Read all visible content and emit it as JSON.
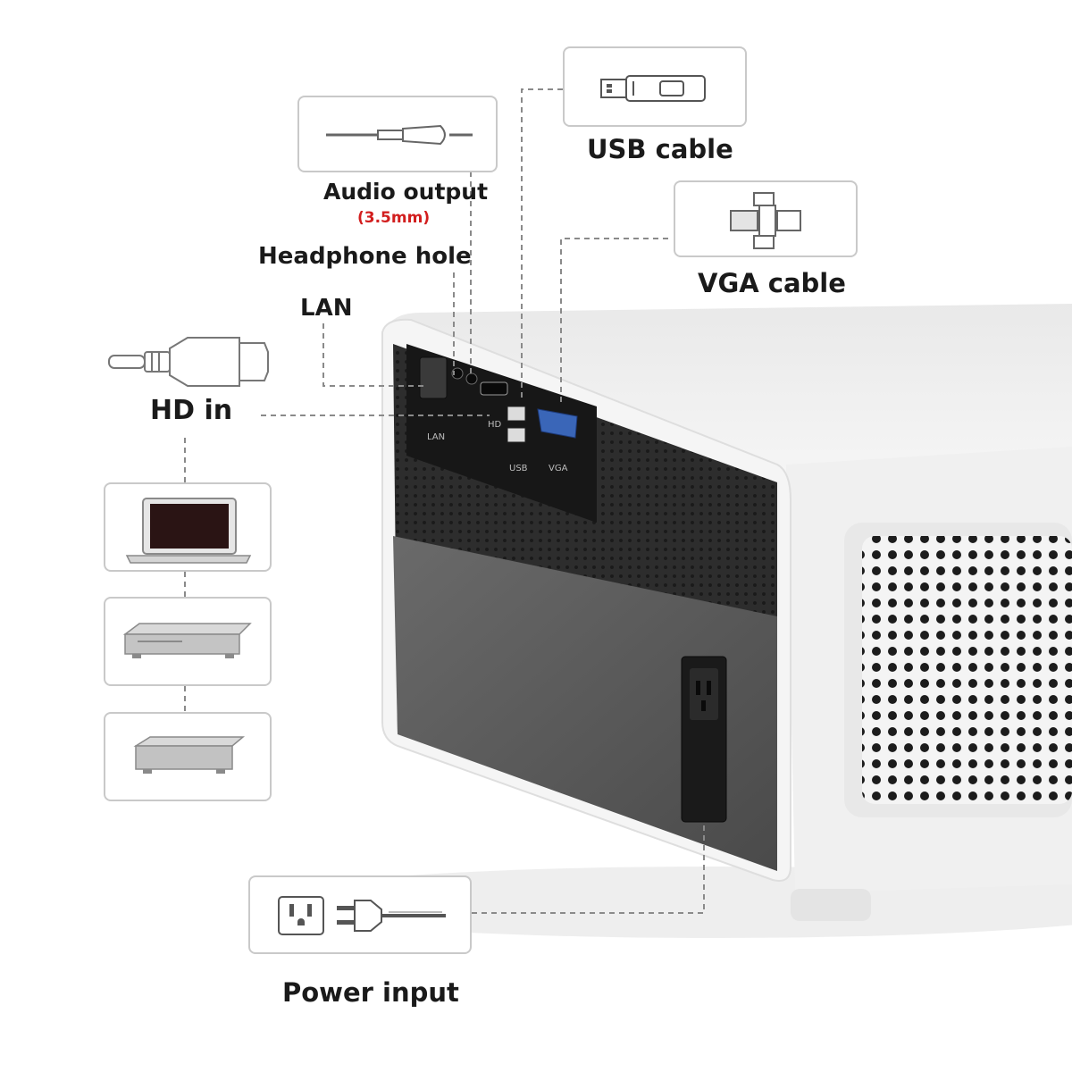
{
  "callouts": {
    "usb": "USB cable",
    "audio": "Audio output",
    "audio_sub": "(3.5mm)",
    "headphone": "Headphone hole",
    "vga": "VGA cable",
    "lan": "LAN",
    "hd": "HD in",
    "power": "Power input"
  },
  "port_labels": {
    "lan": "LAN",
    "hdmi": "HD",
    "usb": "USB",
    "vga": "VGA"
  },
  "colors": {
    "label_text": "#1a1a1a",
    "accent_red": "#d21e1e",
    "projector_white": "#f2f2f2",
    "panel_dark": "#2c2c2c",
    "fabric_gray": "#555555",
    "vga_blue": "#3a66b8"
  }
}
